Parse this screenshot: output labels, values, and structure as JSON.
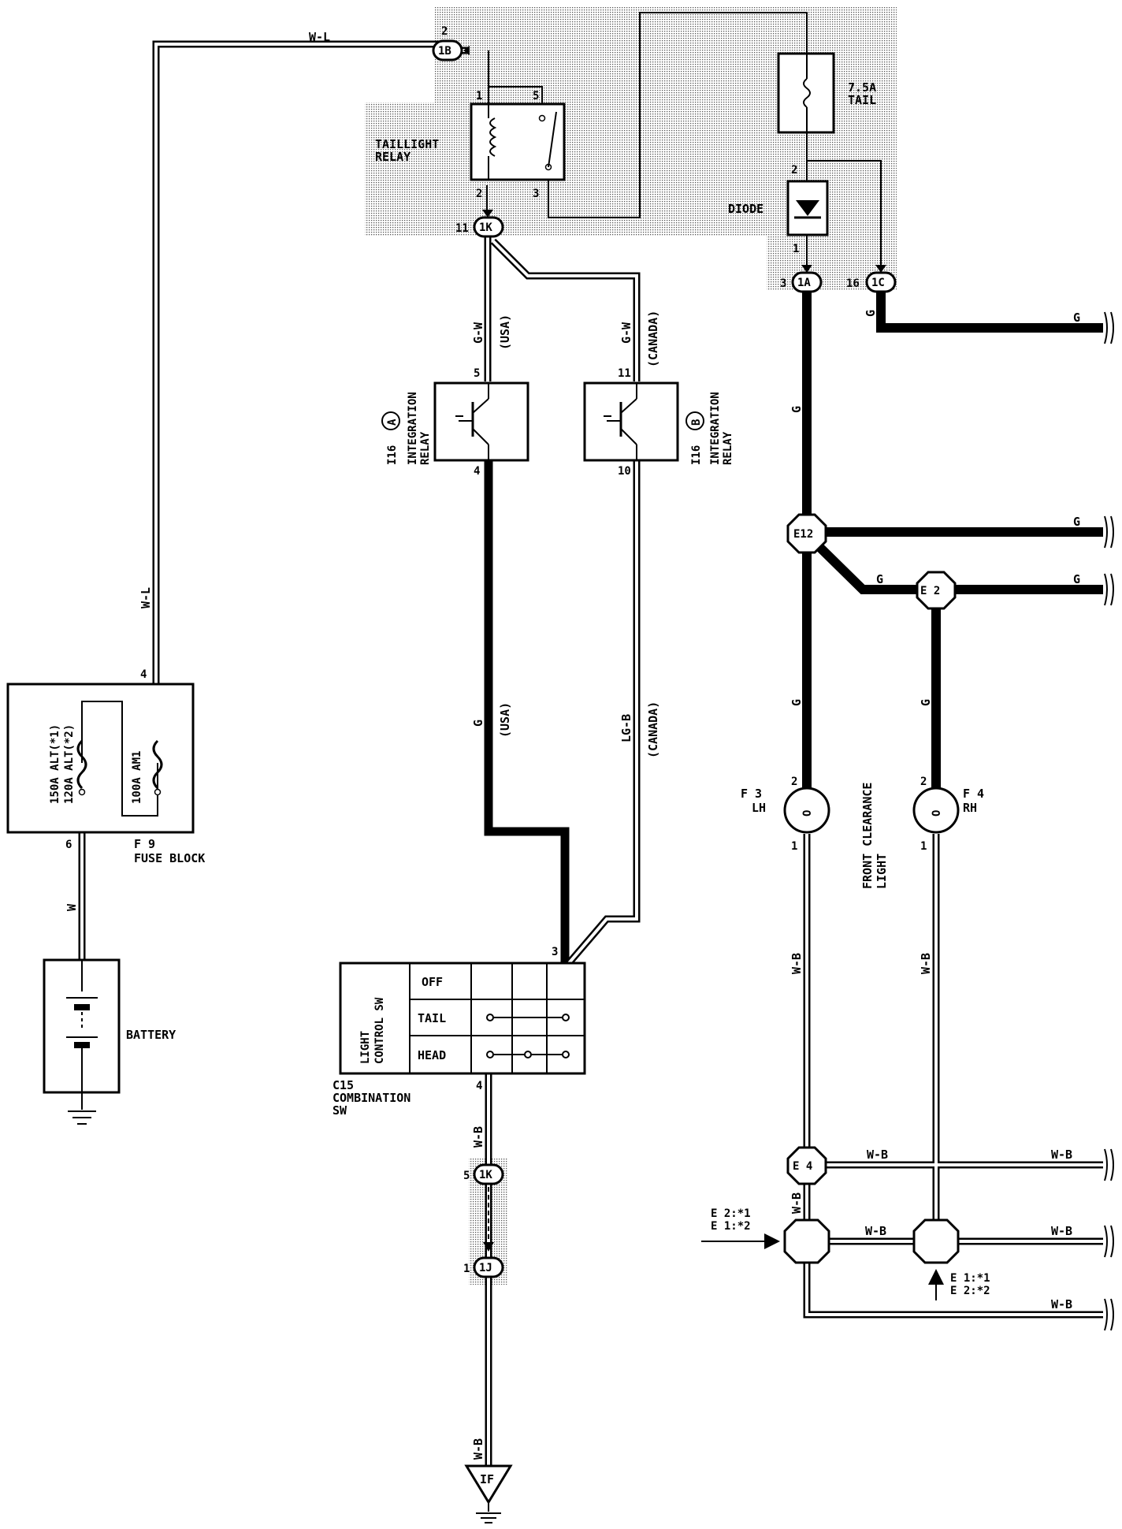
{
  "components": {
    "fuse_block": {
      "id": "F 9",
      "name": "FUSE BLOCK",
      "fuse1": "150A ALT(*1)",
      "fuse2": "120A ALT(*2)",
      "fuse3": "100A AM1",
      "pin_top": "4",
      "pin_bottom": "6"
    },
    "battery": {
      "name": "BATTERY"
    },
    "taillight_relay": {
      "name_line1": "TAILLIGHT",
      "name_line2": "RELAY",
      "pin1": "1",
      "pin2": "2",
      "pin3": "3",
      "pin5": "5"
    },
    "tail_fuse": {
      "rating": "7.5A",
      "name": "TAIL"
    },
    "diode": {
      "name": "DIODE",
      "pin_top": "2",
      "pin_bottom": "1"
    },
    "integration_relay_a": {
      "id": "I16",
      "letter": "A",
      "line1": "INTEGRATION",
      "line2": "RELAY",
      "pin_top": "5",
      "pin_bottom": "4"
    },
    "integration_relay_b": {
      "id": "I16",
      "letter": "B",
      "line1": "INTEGRATION",
      "line2": "RELAY",
      "pin_top": "11",
      "pin_bottom": "10"
    },
    "combination_sw": {
      "id": "C15",
      "name_line1": "COMBINATION",
      "name_line2": "SW",
      "title_line1": "LIGHT",
      "title_line2": "CONTROL SW",
      "rows": [
        "OFF",
        "TAIL",
        "HEAD"
      ],
      "pin_top": "3",
      "pin_bottom": "4"
    },
    "front_clearance": {
      "line1": "FRONT CLEARANCE",
      "line2": "LIGHT"
    },
    "lamp_lh": {
      "id": "F 3",
      "side": "LH",
      "pin_top": "2",
      "pin_bottom": "1"
    },
    "lamp_rh": {
      "id": "F 4",
      "side": "RH",
      "pin_top": "2",
      "pin_bottom": "1"
    },
    "ground": {
      "label": "IF"
    }
  },
  "connectors": {
    "c1b": {
      "label": "1B",
      "pin": "2"
    },
    "c1k_top": {
      "label": "1K",
      "pin": "11"
    },
    "c1a": {
      "label": "1A",
      "pin": "3"
    },
    "c1c": {
      "label": "1C",
      "pin": "16"
    },
    "c1k_bottom": {
      "label": "1K",
      "pin": "5"
    },
    "c1j": {
      "label": "1J",
      "pin": "1"
    }
  },
  "junctions": {
    "e12": "E12",
    "e2": "E 2",
    "e4": "E 4"
  },
  "wires": {
    "w_l": "W-L",
    "w": "W",
    "g": "G",
    "g_w": "G-W",
    "lg_b": "LG-B",
    "w_b": "W-B",
    "usa": "(USA)",
    "canada": "(CANADA)"
  },
  "notes": {
    "left_line1": "E 2:*1",
    "left_line2": "E 1:*2",
    "right_line1": "E 1:*1",
    "right_line2": "E 2:*2"
  }
}
